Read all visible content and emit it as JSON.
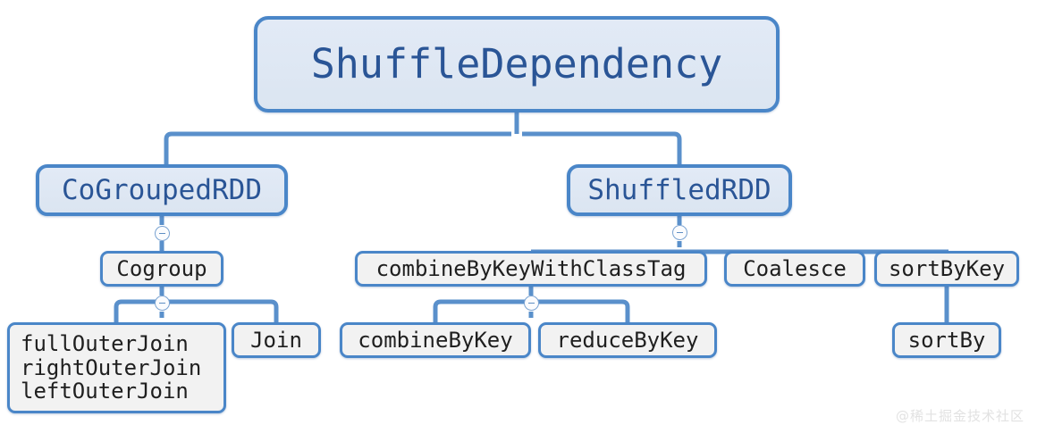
{
  "diagram": {
    "title": "ShuffleDependency",
    "watermark": "@稀土掘金技术社区",
    "colors": {
      "border": "#4a86c8",
      "root_fill": "#dce6f1",
      "leaf_fill": "#f2f2f2",
      "root_text": "#2a5596",
      "leaf_text": "#1f1f1f",
      "connector": "#5a90cb",
      "watermark_text": "#e2e2e2"
    },
    "nodes": {
      "root": {
        "label": "ShuffleDependency"
      },
      "cogrouped_rdd": {
        "label": "CoGroupedRDD"
      },
      "shuffled_rdd": {
        "label": "ShuffledRDD"
      },
      "cogroup": {
        "label": "Cogroup"
      },
      "combine_by_key_with_class_tag": {
        "label": "combineByKeyWithClassTag"
      },
      "coalesce": {
        "label": "Coalesce"
      },
      "sort_by_key": {
        "label": "sortByKey"
      },
      "outer_joins": {
        "label": "fullOuterJoin\nrightOuterJoin\nleftOuterJoin"
      },
      "join": {
        "label": "Join"
      },
      "combine_by_key": {
        "label": "combineByKey"
      },
      "reduce_by_key": {
        "label": "reduceByKey"
      },
      "sort_by": {
        "label": "sortBy"
      }
    },
    "toggles": [
      {
        "name": "collapse-toggle-cogroup",
        "state": "expanded",
        "glyph": "minus"
      },
      {
        "name": "collapse-toggle-shuffled-rdd",
        "state": "expanded",
        "glyph": "minus"
      },
      {
        "name": "collapse-toggle-combine-by-key-with-class-tag",
        "state": "expanded",
        "glyph": "minus"
      }
    ]
  }
}
